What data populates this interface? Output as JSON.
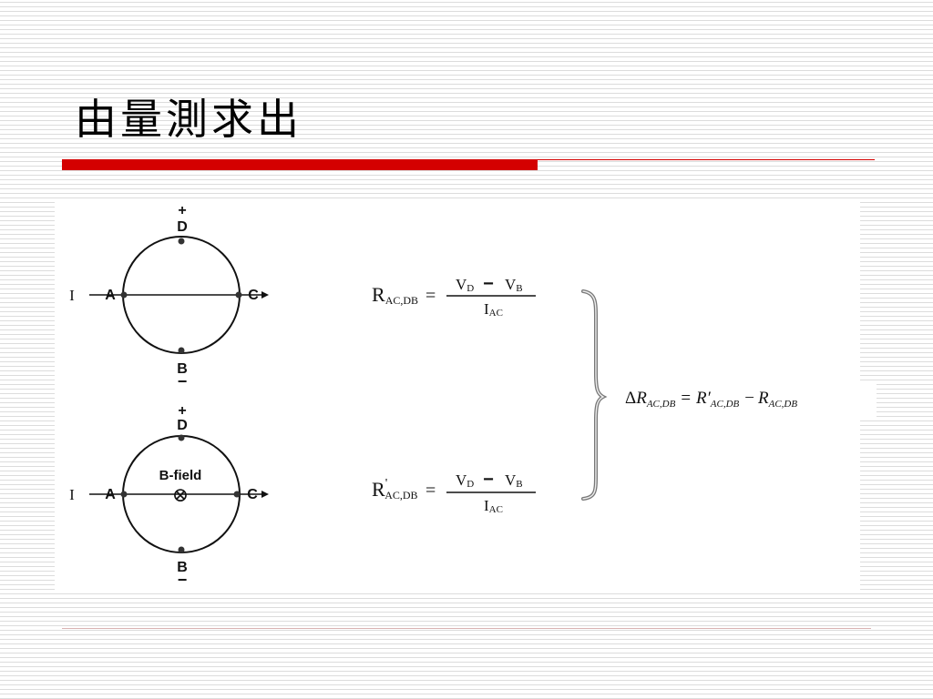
{
  "slide": {
    "title": "由量測求出"
  },
  "diagram_top": {
    "label_plus": "+",
    "label_d": "D",
    "label_a": "A",
    "label_c": "C",
    "label_b": "B",
    "label_minus": "−",
    "label_i": "I"
  },
  "diagram_bottom": {
    "label_plus": "+",
    "label_d": "D",
    "label_a": "A",
    "label_c": "C",
    "label_b": "B",
    "label_minus": "−",
    "label_i": "I",
    "field_label": "B-field",
    "field_symbol": "⊗"
  },
  "formula_top": {
    "lhs": "R",
    "lhs_sub": "AC,DB",
    "equals": "=",
    "num_vd": "V",
    "num_vd_sub": "D",
    "num_minus": "−",
    "num_vb": "V",
    "num_vb_sub": "B",
    "den_i": "I",
    "den_i_sub": "AC"
  },
  "formula_bottom": {
    "lhs": "R",
    "lhs_prime": "'",
    "lhs_sub": "AC,DB",
    "equals": "=",
    "num_vd": "V",
    "num_vd_sub": "D",
    "num_minus": "−",
    "num_vb": "V",
    "num_vb_sub": "B",
    "den_i": "I",
    "den_i_sub": "AC"
  },
  "delta_equation": {
    "delta": "Δ",
    "r1": "R",
    "r1_sub": "AC,DB",
    "equals": "=",
    "r2": "R′",
    "r2_sub": "AC,DB",
    "minus": "−",
    "r3": "R",
    "r3_sub": "AC,DB"
  }
}
